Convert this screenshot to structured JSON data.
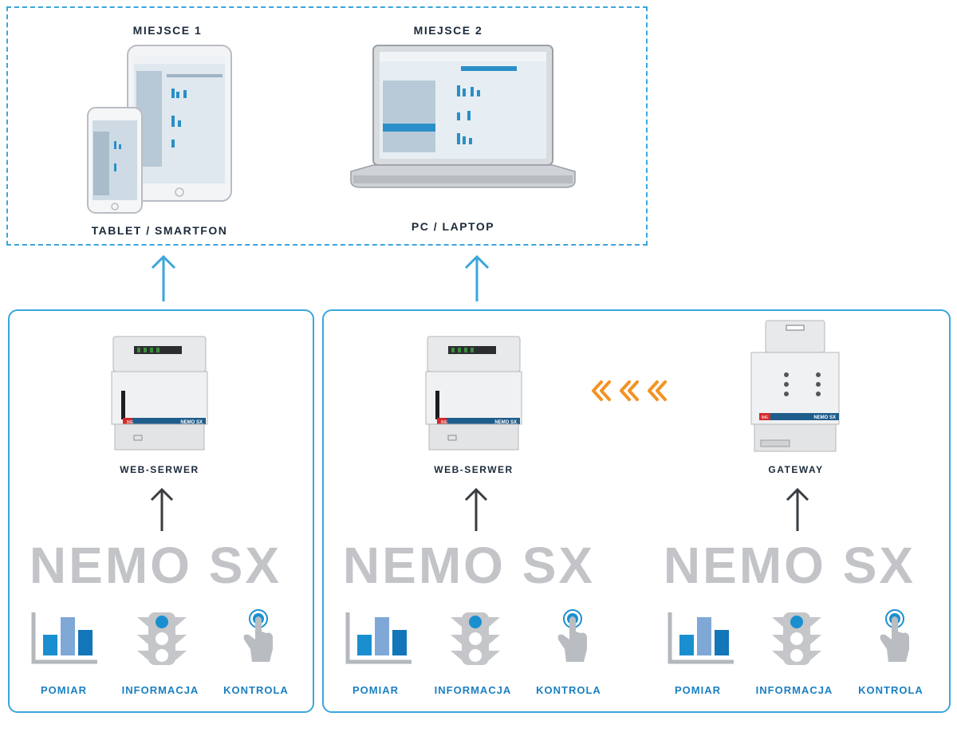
{
  "top": {
    "place1": "MIEJSCE 1",
    "place2": "MIEJSCE 2",
    "place1_device": "TABLET / SMARTFON",
    "place2_device": "PC / LAPTOP"
  },
  "devices": {
    "webserver_label": "WEB-SERWER",
    "gateway_label": "GATEWAY",
    "device_name": "NEMO SX",
    "brand": "IME"
  },
  "nemo_text": "NEMO SX",
  "icons": {
    "measure": "POMIAR",
    "information": "INFORMACJA",
    "control": "KONTROLA"
  },
  "colors": {
    "accent_blue": "#3aa6dc",
    "label_blue": "#1a7fc2",
    "dark_text": "#1b2a3a",
    "arrow_orange": "#f39324",
    "nemo_grey": "#c2c4c8"
  }
}
